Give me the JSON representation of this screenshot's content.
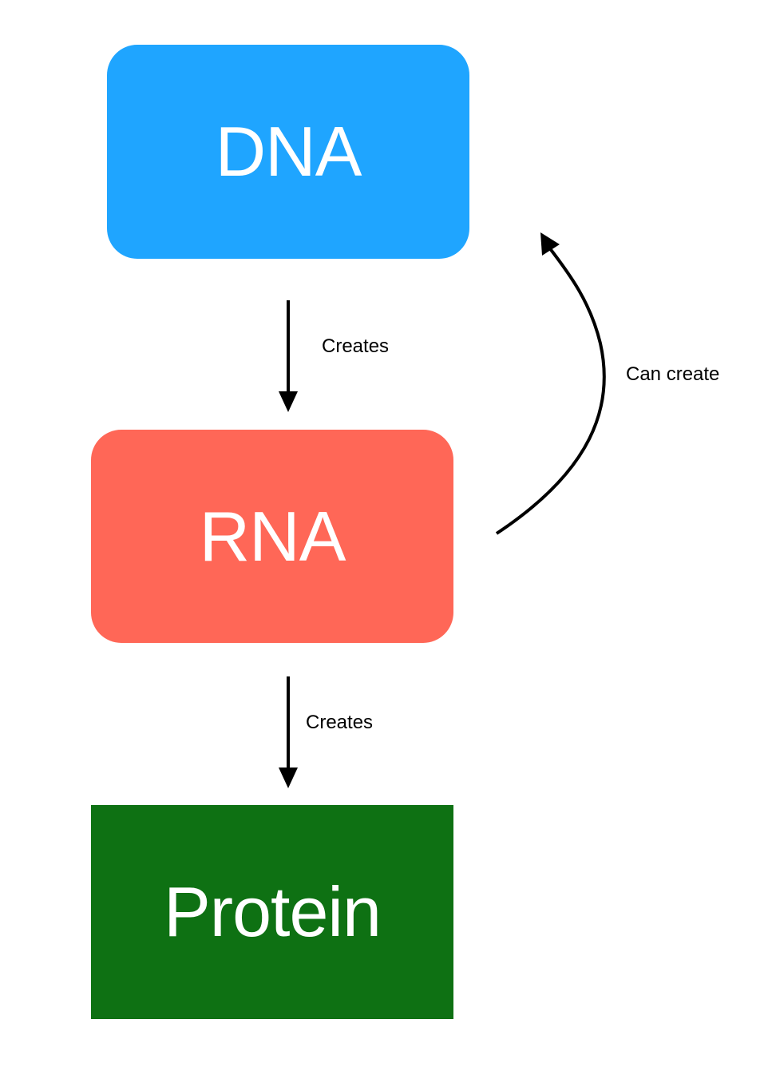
{
  "nodes": {
    "dna": {
      "label": "DNA",
      "color": "#1fa5ff"
    },
    "rna": {
      "label": "RNA",
      "color": "#ff6757"
    },
    "protein": {
      "label": "Protein",
      "color": "#0e7113"
    }
  },
  "edges": {
    "dna_to_rna": {
      "label": "Creates"
    },
    "rna_to_protein": {
      "label": "Creates"
    },
    "rna_to_dna": {
      "label": "Can create"
    }
  }
}
